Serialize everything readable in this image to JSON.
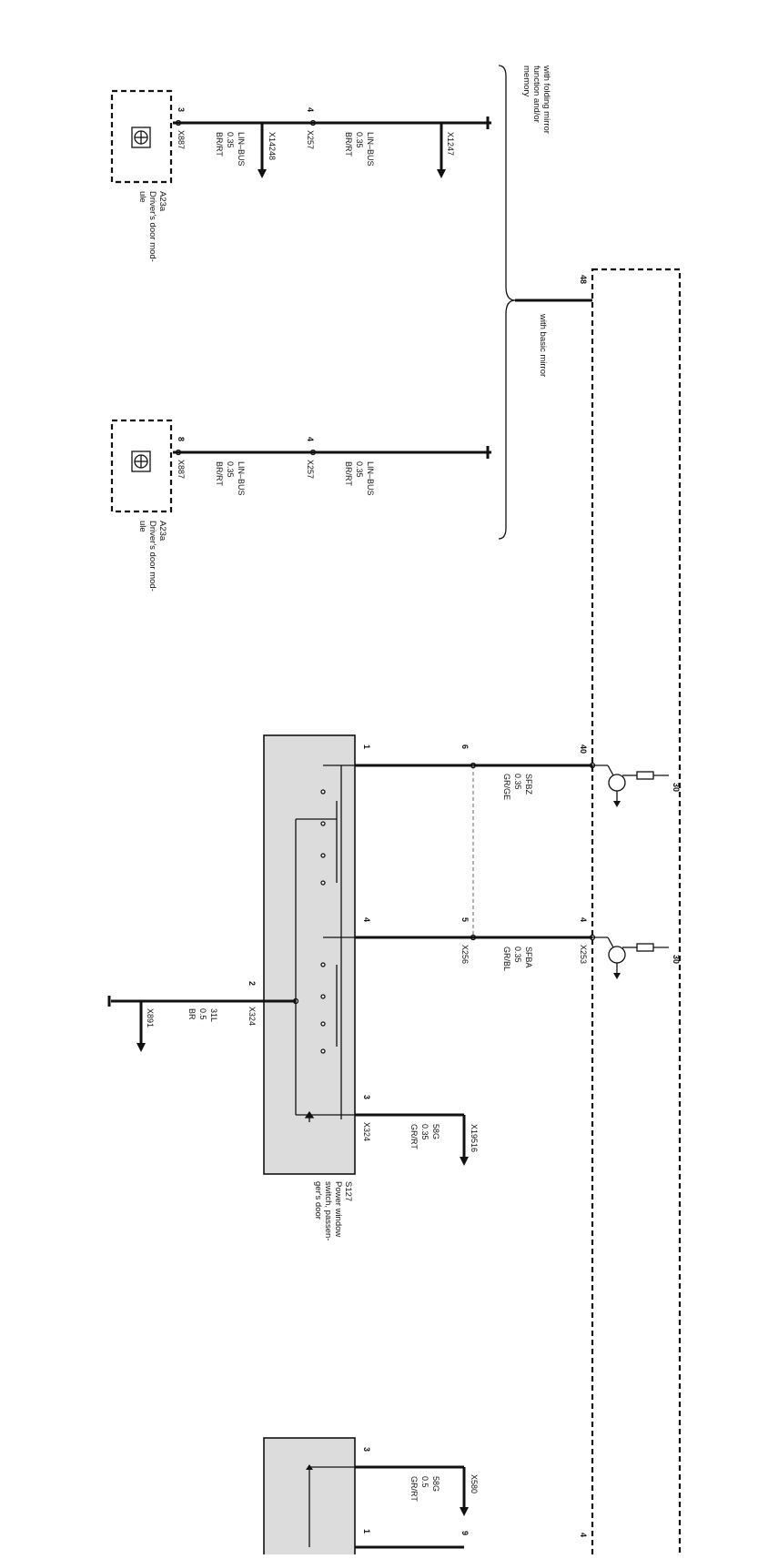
{
  "conditions": {
    "folding": [
      "with folding mirror",
      "function and/or",
      "memory"
    ],
    "basic": [
      "with basic mirror"
    ]
  },
  "module_a": {
    "id": "A23a",
    "caption": [
      "Driver's door mod-",
      "ule"
    ],
    "connector": "X887",
    "pin_top": "3",
    "pin_bottom": "8"
  },
  "lin_top": {
    "splice_top": "X1247",
    "splice_mid": "X14248",
    "pin_x257": "4",
    "conn_x257": "X257",
    "wire_upper": [
      "LIN–BUS",
      "0.35",
      "BR/RT"
    ],
    "wire_lower": [
      "LIN–BUS",
      "0.35",
      "BR/RT"
    ]
  },
  "lin_bottom": {
    "pin_x257": "4",
    "conn_x257": "X257",
    "wire_upper": [
      "LIN–BUS",
      "0.35",
      "BR/RT"
    ],
    "wire_lower": [
      "LIN–BUS",
      "0.35",
      "BR/RT"
    ]
  },
  "control_unit": {
    "pin_48": "48",
    "pin_40": "40",
    "pin_4a": "4",
    "pin_4b": "4",
    "conn": "X253",
    "term_30a": "30",
    "term_30b": "30"
  },
  "wires": {
    "sfbz": [
      "SFBZ",
      "0.35",
      "GR/GE"
    ],
    "sfba": [
      "SFBA",
      "0.35",
      "GR/BL"
    ],
    "x256": "X256",
    "pin6a": "6",
    "pin6b": "5",
    "g31l": [
      "31L",
      "0.5",
      "BR"
    ],
    "x891": "X891",
    "g58g_a": [
      "58G",
      "0.35",
      "GR/RT"
    ],
    "x19516": "X19516",
    "g58g_b": [
      "58G",
      "0.5",
      "GR/RT"
    ],
    "x580": "X580",
    "pin9": "9"
  },
  "switch_s127": {
    "id": "S127",
    "caption": [
      "Power window",
      "switch, passen-",
      "ger's door"
    ],
    "conn": "X324",
    "conn2": "X324",
    "pin1": "1",
    "pin4": "4",
    "pin2": "2",
    "pin3": "3"
  },
  "switch_lower": {
    "pin3": "3",
    "pin1": "1"
  }
}
